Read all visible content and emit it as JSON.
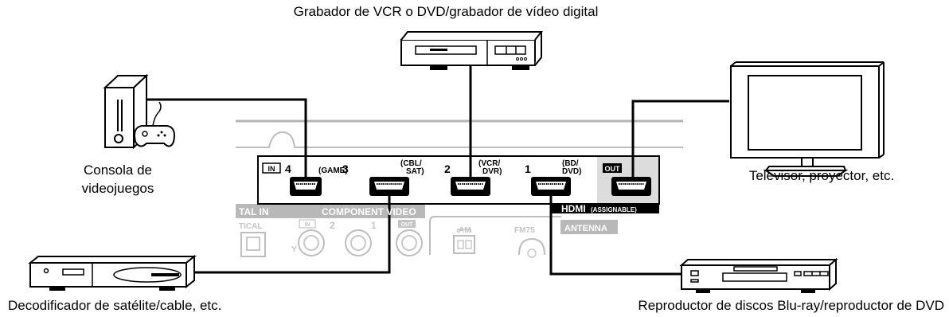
{
  "labels": {
    "vcr": "Grabador de VCR o DVD/grabador de vídeo digital",
    "console_line1": "Consola de",
    "console_line2": "videojuegos",
    "tv": "Televisor, proyector, etc.",
    "satellite": "Decodificador de satélite/cable, etc.",
    "bluray": "Reproductor de discos Blu-ray/reproductor de DVD"
  },
  "panel": {
    "in_badge": "IN",
    "out_badge": "OUT",
    "ports": [
      {
        "number": "4",
        "name_line1": "(GAME)",
        "name_line2": ""
      },
      {
        "number": "3",
        "name_line1": "(CBL/",
        "name_line2": "SAT)"
      },
      {
        "number": "2",
        "name_line1": "(VCR/",
        "name_line2": "DVR)"
      },
      {
        "number": "1",
        "name_line1": "(BD/",
        "name_line2": "DVD)"
      }
    ],
    "hdmi": "HDMI",
    "hdmi_sub": "(ASSIGNABLE)",
    "digital_in": "TAL IN",
    "optical": "TICAL",
    "component_video": "COMPONENT VIDEO",
    "component_in": "IN",
    "component_out": "OUT",
    "component_2": "2",
    "component_1": "1",
    "y": "Y",
    "am": "AM",
    "fm": "FM75",
    "antenna": "ANTENNA"
  }
}
